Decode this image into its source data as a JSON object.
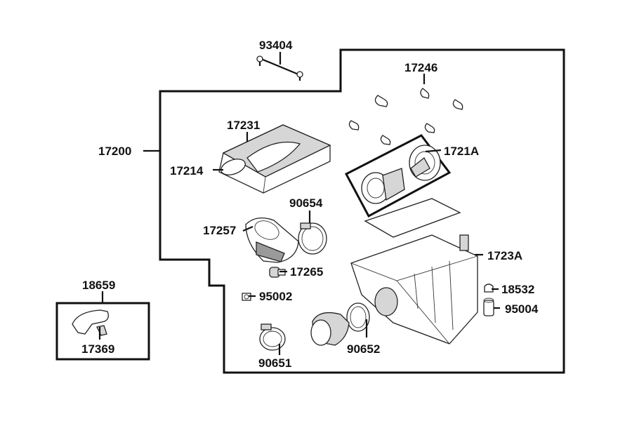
{
  "parts": {
    "p93404": "93404",
    "p17246": "17246",
    "p17231": "17231",
    "p17200": "17200",
    "p1721A": "1721A",
    "p17214": "17214",
    "p90654": "90654",
    "p17257": "17257",
    "p1723A": "1723A",
    "p17265": "17265",
    "p18659": "18659",
    "p95002": "95002",
    "p18532": "18532",
    "p95004": "95004",
    "p17369": "17369",
    "p90652": "90652",
    "p90651": "90651"
  }
}
